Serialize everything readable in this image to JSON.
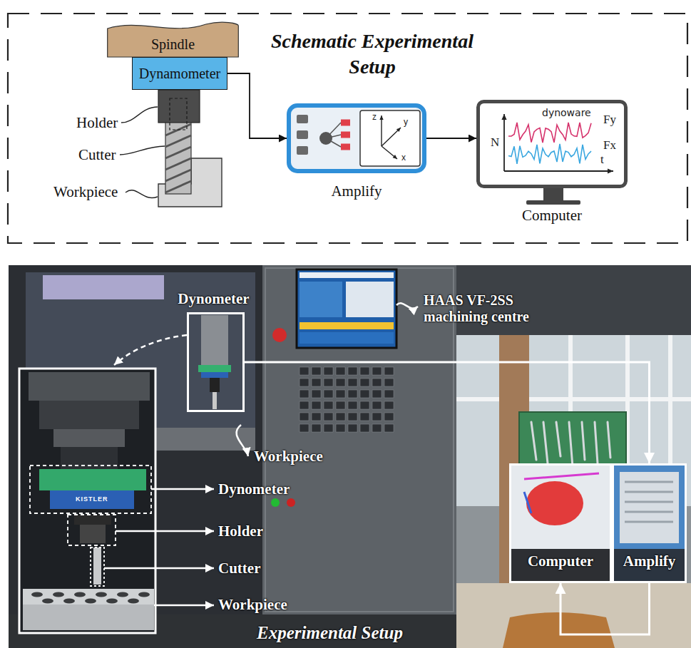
{
  "diagram": {
    "nodes": [
      {
        "text": [
          "Schematic Experimental Setup"
        ]
      },
      {
        "text": [
          "Spindle"
        ],
        "in": 0
      },
      {
        "text": [
          "Dynamometer"
        ],
        "in": 0
      },
      {
        "text": [
          "Amplify"
        ],
        "in": 0
      },
      {
        "text": [
          "Computer"
        ],
        "in": 0
      },
      {
        "text": [
          "Dynometer"
        ]
      },
      {
        "text": [
          "Computer"
        ]
      },
      {
        "text": [
          "Amplify"
        ]
      }
    ],
    "edges": [
      {
        "from": 2,
        "to": 3,
        "arrow": "to"
      },
      {
        "from": 3,
        "to": 4,
        "arrow": "to"
      },
      {
        "from": 5,
        "to": 7,
        "arrow": "to"
      },
      {
        "from": 7,
        "to": 6,
        "arrow": "to"
      }
    ],
    "labels": [
      "Holder",
      "Cutter",
      "Workpiece",
      "z",
      "y",
      "x",
      "dynoware",
      "N",
      "Fy",
      "Fx",
      "t",
      "HAAS VF-2SS machining centre",
      "Workpiece",
      "KISTLER",
      "Dynometer",
      "Holder",
      "Cutter",
      "Workpiece",
      "Experimental Setup"
    ]
  }
}
